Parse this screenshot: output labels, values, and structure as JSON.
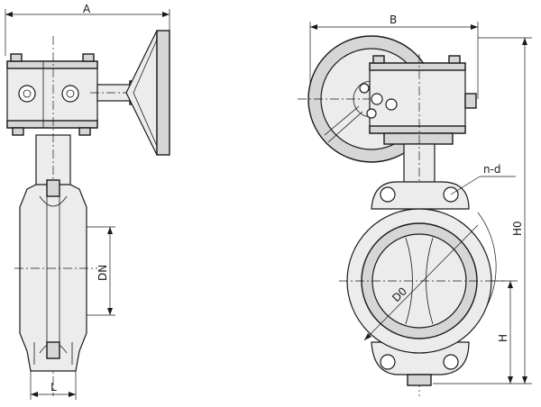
{
  "dimension_labels": {
    "width_a": "A",
    "width_b": "B",
    "nominal_diameter": "DN",
    "face_length": "L",
    "total_height": "H0",
    "lower_height": "H",
    "bolt_circle": "D0",
    "bolt_holes": "n-d"
  },
  "colors": {
    "line": "#1a1a1a",
    "shade": "#d6d6d6",
    "background": "#ffffff"
  }
}
